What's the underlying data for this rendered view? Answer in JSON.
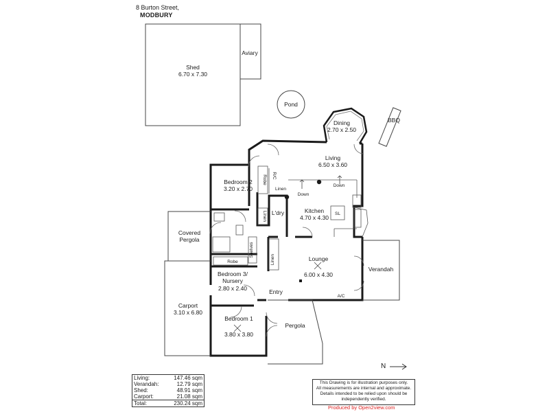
{
  "address": {
    "street": "8 Burton Street,",
    "suburb": "MODBURY"
  },
  "rooms": {
    "shed": {
      "name": "Shed",
      "dims": "6.70 x 7.30"
    },
    "aviary": {
      "name": "Aviary"
    },
    "pond": {
      "name": "Pond"
    },
    "dining": {
      "name": "Dining",
      "dims": "2.70 x 2.50"
    },
    "bbq": {
      "name": "BBQ"
    },
    "living": {
      "name": "Living",
      "dims": "6.50 x 3.60"
    },
    "bedroom2": {
      "name": "Bedroom 2",
      "dims": "3.20 x 2.70"
    },
    "kitchen": {
      "name": "Kitchen",
      "dims": "4.70 x 4.30"
    },
    "covered_pergola": {
      "line1": "Covered",
      "line2": "Pergola"
    },
    "lounge": {
      "name": "Lounge",
      "dims": "6.00 x 4.30"
    },
    "verandah": {
      "name": "Verandah"
    },
    "bedroom3": {
      "line1": "Bedroom 3/",
      "line2": "Nursery",
      "dims": "2.80 x 2.40"
    },
    "carport": {
      "name": "Carport",
      "dims": "3.10 x 6.80"
    },
    "entry": {
      "name": "Entry"
    },
    "pergola": {
      "name": "Pergola"
    },
    "bedroom1": {
      "name": "Bedroom 1",
      "dims": "3.80 x 3.80"
    }
  },
  "fixtures": {
    "robe": "Robe",
    "rc": "R/C",
    "linen": "Linen",
    "down": "Down",
    "laundry": "L'dry",
    "sl": "SL",
    "shelves": "Shelves",
    "ac": "A/C"
  },
  "areas": [
    {
      "label": "Living:",
      "value": "147.46 sqm"
    },
    {
      "label": "Verandah:",
      "value": "12.79 sqm"
    },
    {
      "label": "Shed:",
      "value": "48.91 sqm"
    },
    {
      "label": "Carport:",
      "value": "21.08 sqm"
    },
    {
      "label": "Total:",
      "value": "230.24 sqm"
    }
  ],
  "disclaimer": {
    "line1": "This Drawing is for illustration purposes only.",
    "line2": "All measurements are internal and  approximate.",
    "line3": "Details intended to be relied upon should be",
    "line4": "independently verified."
  },
  "produced_by": "Produced by Open2view.com",
  "north_label": "N",
  "colors": {
    "wall": "#1a1a1a",
    "thin": "#555555",
    "credit": "#dd2222"
  }
}
